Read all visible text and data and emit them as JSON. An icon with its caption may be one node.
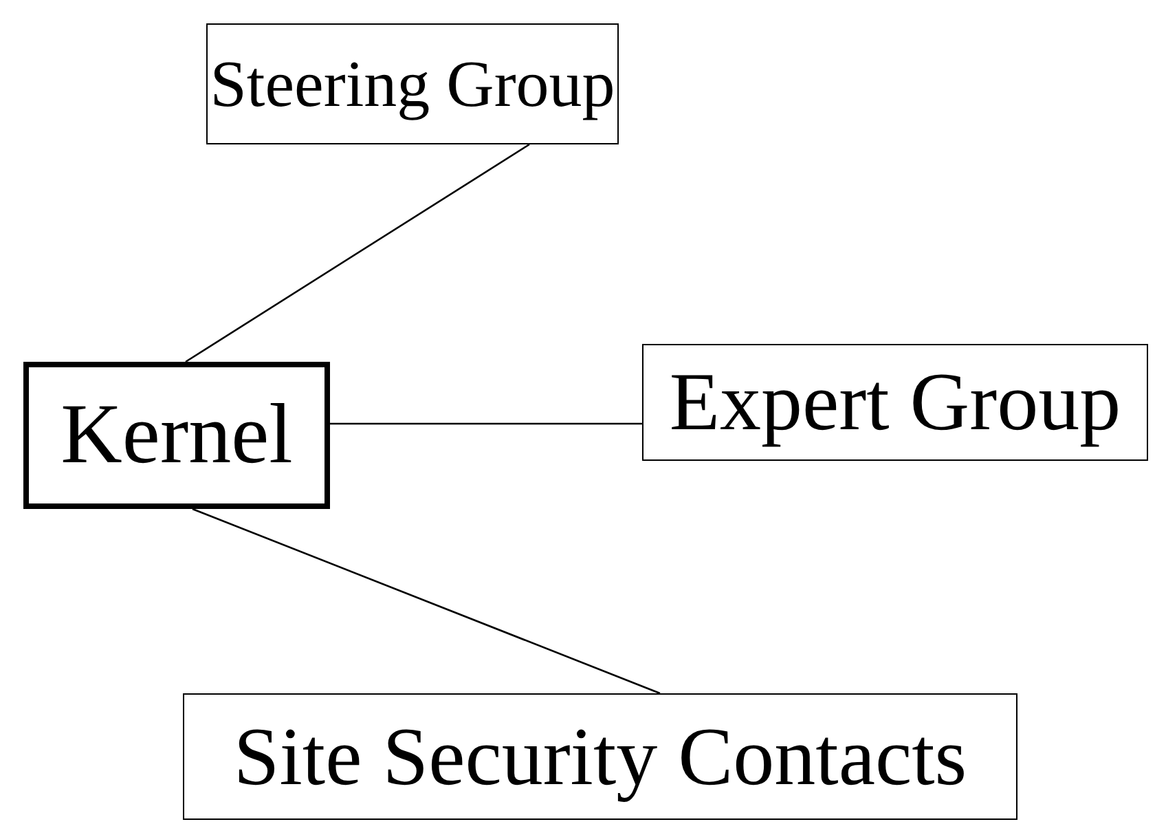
{
  "diagram": {
    "nodes": [
      {
        "text": [
          "Steering Group"
        ]
      },
      {
        "text": [
          "Kernel"
        ]
      },
      {
        "text": [
          "Expert Group"
        ]
      },
      {
        "text": [
          "Site Security Contacts"
        ]
      }
    ],
    "edges": [
      {
        "from": 1,
        "to": 0,
        "arrow": "none"
      },
      {
        "from": 1,
        "to": 2,
        "arrow": "none"
      },
      {
        "from": 1,
        "to": 3,
        "arrow": "none"
      }
    ]
  }
}
